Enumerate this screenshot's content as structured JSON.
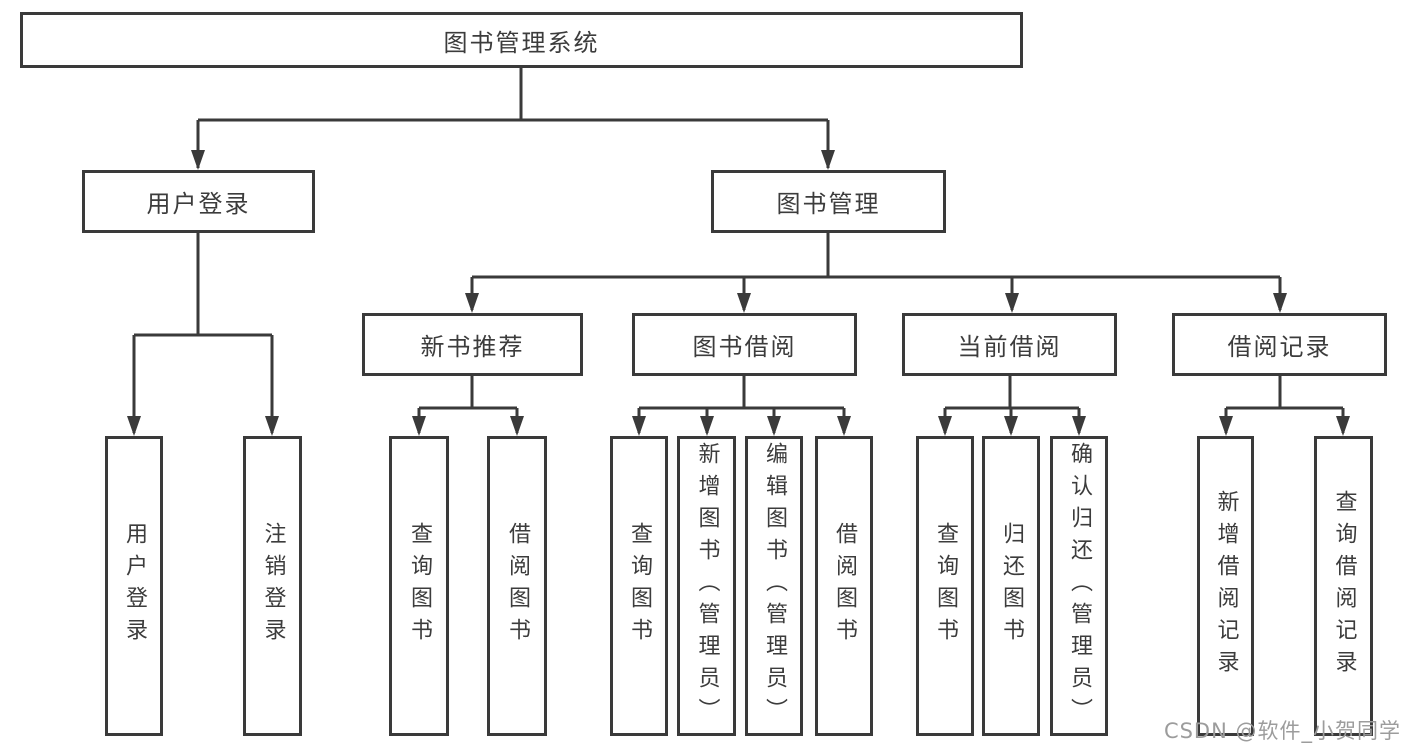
{
  "tree": {
    "root": "图书管理系统",
    "branches": [
      {
        "label": "用户登录",
        "children": [
          "用户登录",
          "注销登录"
        ]
      },
      {
        "label": "图书管理",
        "children": [
          {
            "label": "新书推荐",
            "children": [
              "查询图书",
              "借阅图书"
            ]
          },
          {
            "label": "图书借阅",
            "children": [
              "查询图书",
              "新增图书（管理员）",
              "编辑图书（管理员）",
              "借阅图书"
            ]
          },
          {
            "label": "当前借阅",
            "children": [
              "查询图书",
              "归还图书",
              "确认归还（管理员）"
            ]
          },
          {
            "label": "借阅记录",
            "children": [
              "新增借阅记录",
              "查询借阅记录"
            ]
          }
        ]
      }
    ]
  },
  "watermark": "CSDN @软件_小贺同学",
  "colors": {
    "line": "#3a3a3a",
    "text": "#3c3c3c",
    "watermark": "#9c9c9c",
    "background": "#ffffff"
  }
}
